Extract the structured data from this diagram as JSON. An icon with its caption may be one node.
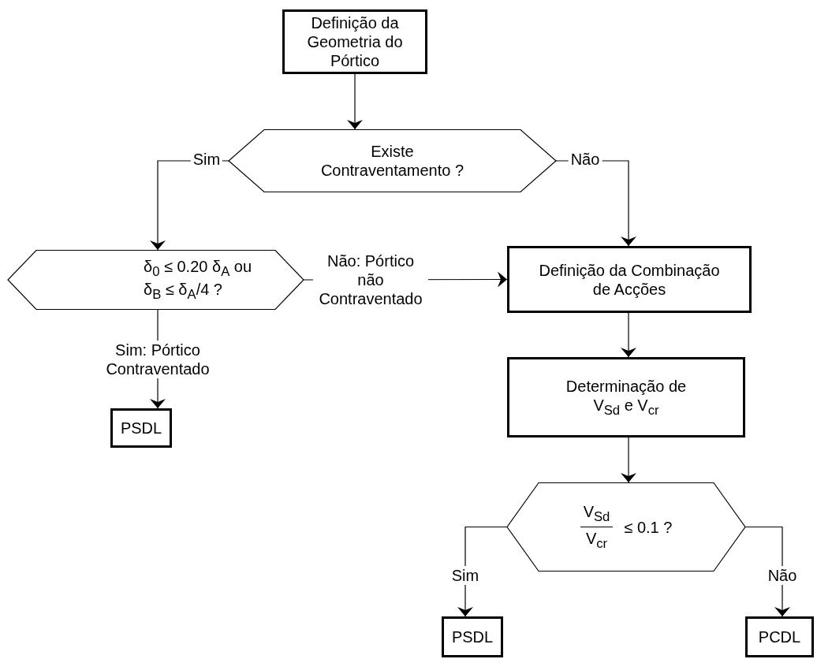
{
  "diagram": {
    "nodes": [
      {
        "text": [
          "Definição da Geometria do Pórtico"
        ]
      },
      {
        "text": [
          "Existe Contraventamento ?"
        ]
      },
      {
        "text": [
          "δ$_{0}$ ≤ 0.20 δ$_{A}$ ou",
          "δ$_{B}$ ≤ δ$_{A}$/4 ?"
        ]
      },
      {
        "text": [
          "Definição da Combinação de Acções"
        ]
      },
      {
        "text": [
          "PSDL"
        ]
      },
      {
        "text": [
          "Determinação de V$_{Sd}$ e V$_{cr}$"
        ]
      },
      {
        "text": [
          "V$_{Sd}$",
          "V$_{cr}$",
          "≤ 0.1 ?"
        ]
      },
      {
        "text": [
          "PSDL"
        ]
      },
      {
        "text": [
          "PCDL"
        ]
      }
    ],
    "edges": [
      {
        "from": 0,
        "to": 1,
        "arrow": "to"
      },
      {
        "from": 1,
        "to": 2,
        "arrow": "to",
        "label": "Sim"
      },
      {
        "from": 1,
        "to": 3,
        "arrow": "to",
        "label": "Não"
      },
      {
        "from": 2,
        "to": 3,
        "arrow": "to",
        "label": "Não: Pórtico não Contraventado"
      },
      {
        "from": 2,
        "to": 4,
        "arrow": "to",
        "label": "Sim: Pórtico Contraventado"
      },
      {
        "from": 3,
        "to": 5,
        "arrow": "to"
      },
      {
        "from": 5,
        "to": 6,
        "arrow": "to"
      },
      {
        "from": 6,
        "to": 7,
        "arrow": "to",
        "label": "Sim"
      },
      {
        "from": 6,
        "to": 8,
        "arrow": "to",
        "label": "Não"
      }
    ]
  }
}
